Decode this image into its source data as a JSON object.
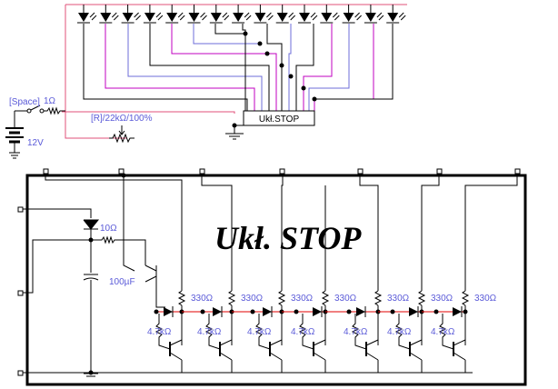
{
  "top": {
    "switch_label": "[Space]",
    "switch_resistor": "1Ω",
    "pot_label": "[R]/22kΩ/100%",
    "battery_label": "12V",
    "module_label": "Ukł.STOP",
    "led_count": 15
  },
  "bottom": {
    "title": "Ukł.  STOP",
    "r_series": "10Ω",
    "cap": "100µF",
    "r_stage": "330Ω",
    "r_base": "4.7kΩ",
    "stage_count": 7
  },
  "colors": {
    "pink": "#e0507a",
    "magenta": "#c000c0",
    "blue": "#6c6cd8",
    "red": "#e00000",
    "black": "#000000"
  }
}
